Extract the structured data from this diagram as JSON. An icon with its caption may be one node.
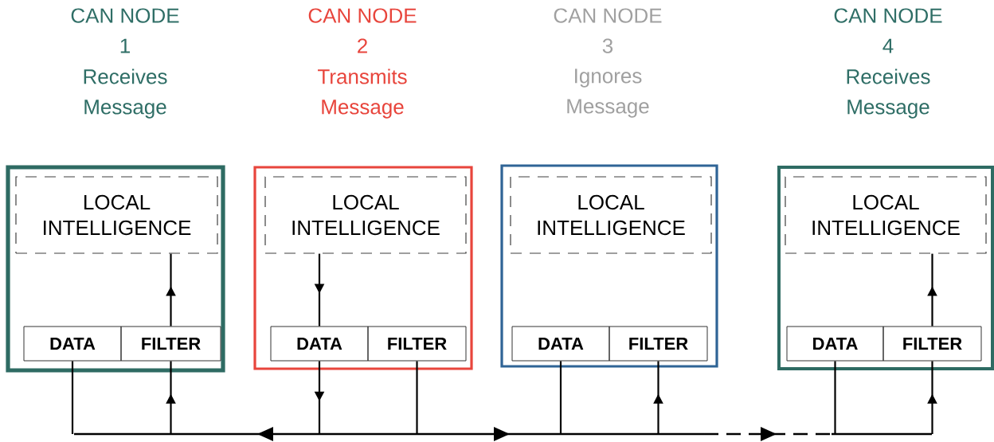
{
  "diagram": {
    "nodes": [
      {
        "text": [
          "CAN NODE 1",
          "Receives Message"
        ]
      },
      {
        "text": [
          "LOCAL INTELLIGENCE"
        ],
        "in": 0
      },
      {
        "text": [
          "DATA"
        ],
        "in": 0
      },
      {
        "text": [
          "FILTER"
        ],
        "in": 0
      },
      {
        "text": [
          "CAN NODE 2",
          "Transmits Message"
        ]
      },
      {
        "text": [
          "LOCAL INTELLIGENCE"
        ],
        "in": 4
      },
      {
        "text": [
          "DATA"
        ],
        "in": 4
      },
      {
        "text": [
          "FILTER"
        ],
        "in": 4
      },
      {
        "text": [
          "CAN NODE 3",
          "Ignores Message"
        ]
      },
      {
        "text": [
          "LOCAL INTELLIGENCE"
        ],
        "in": 8
      },
      {
        "text": [
          "DATA"
        ],
        "in": 8
      },
      {
        "text": [
          "FILTER"
        ],
        "in": 8
      },
      {
        "text": [
          "CAN NODE 4",
          "Receives Message"
        ]
      },
      {
        "text": [
          "LOCAL INTELLIGENCE"
        ],
        "in": 12
      },
      {
        "text": [
          "DATA"
        ],
        "in": 12
      },
      {
        "text": [
          "FILTER"
        ],
        "in": 12
      },
      {
        "text": [],
        "shape": "bar"
      }
    ],
    "edges": [
      {
        "from": 3,
        "to": 1,
        "arrow": "to"
      },
      {
        "from": 16,
        "to": 3,
        "arrow": "to"
      },
      {
        "from": 2,
        "to": 16,
        "arrow": "none"
      },
      {
        "from": 5,
        "to": 6,
        "arrow": "to"
      },
      {
        "from": 6,
        "to": 16,
        "arrow": "to"
      },
      {
        "from": 7,
        "to": 16,
        "arrow": "none"
      },
      {
        "from": 10,
        "to": 16,
        "arrow": "none"
      },
      {
        "from": 16,
        "to": 11,
        "arrow": "to"
      },
      {
        "from": 14,
        "to": 16,
        "arrow": "none"
      },
      {
        "from": 16,
        "to": 15,
        "arrow": "to"
      },
      {
        "from": 15,
        "to": 13,
        "arrow": "to"
      }
    ]
  }
}
